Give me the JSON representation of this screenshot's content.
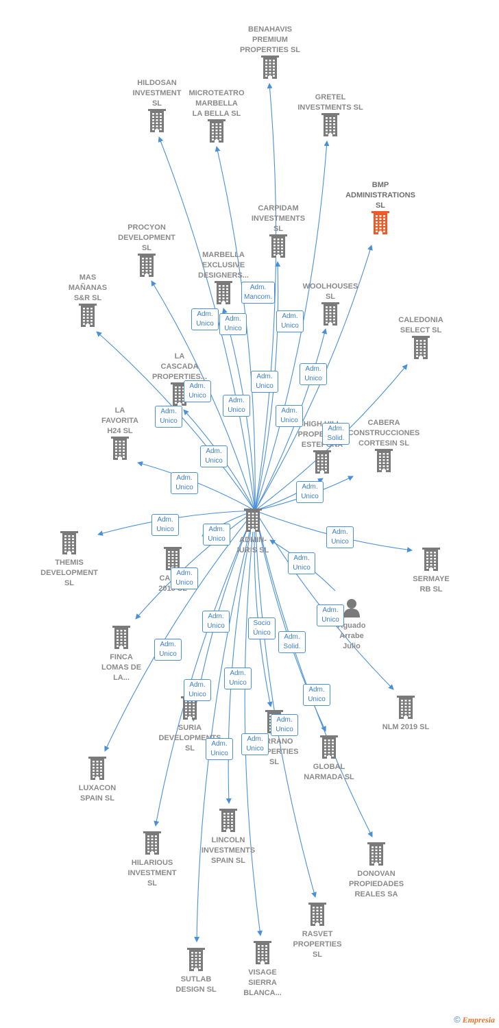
{
  "footer": {
    "brand": "Empresia"
  },
  "colors": {
    "edge": "#4a90d9",
    "node": "#7a7a7a",
    "highlight": "#f05a28",
    "badge_text": "#3d7ec7"
  },
  "center": {
    "id": "adminiuris",
    "label": "ADMIN-\nIURIS SL"
  },
  "nodes": [
    {
      "id": "benahavis",
      "label": "BENAHAVIS\nPREMIUM\nPROPERTIES SL",
      "icon": "building-icon"
    },
    {
      "id": "hildosan",
      "label": "HILDOSAN\nINVESTMENT\nSL",
      "icon": "building-icon"
    },
    {
      "id": "microteatro",
      "label": "MICROTEATRO\nMARBELLA\nLA BELLA SL",
      "icon": "building-icon"
    },
    {
      "id": "gretel",
      "label": "GRETEL\nINVESTMENTS SL",
      "icon": "building-icon"
    },
    {
      "id": "bmp",
      "label": "BMP\nADMINISTRATIONS\nSL",
      "icon": "building-icon",
      "highlight": true
    },
    {
      "id": "carpidam",
      "label": "CARPIDAM\nINVESTMENTS\nSL",
      "icon": "building-icon"
    },
    {
      "id": "procyon",
      "label": "PROCYON\nDEVELOPMENT\nSL",
      "icon": "building-icon"
    },
    {
      "id": "marbella",
      "label": "MARBELLA\nEXCLUSIVE\nDESIGNERS...",
      "icon": "building-icon"
    },
    {
      "id": "mas",
      "label": "MAS\nMAÑANAS\nS&R SL",
      "icon": "building-icon"
    },
    {
      "id": "woolhouses",
      "label": "WOOLHOUSES\nSL",
      "icon": "building-icon"
    },
    {
      "id": "caledonia",
      "label": "CALEDONIA\nSELECT SL",
      "icon": "building-icon"
    },
    {
      "id": "lacascada",
      "label": "LA\nCASCADA\nPROPERTIES...",
      "icon": "building-icon"
    },
    {
      "id": "lafavorita",
      "label": "LA\nFAVORITA\nH24 SL",
      "icon": "building-icon"
    },
    {
      "id": "highhill",
      "label": "HIGH HILL\nPROPERTIES\nESTEPONA",
      "icon": "building-icon"
    },
    {
      "id": "cabera",
      "label": "CABERA\nCONSTRUCCIONES\nCORTESIN SL",
      "icon": "building-icon"
    },
    {
      "id": "themis",
      "label": "THEMIS\nDEVELOPMENT\nSL",
      "icon": "building-icon"
    },
    {
      "id": "camel",
      "label": "CAMEL\n2018 SL",
      "icon": "building-icon"
    },
    {
      "id": "sermaye",
      "label": "SERMAYE\nRB SL",
      "icon": "building-icon"
    },
    {
      "id": "aguado",
      "label": "Aguado\nArrabe\nJulio",
      "icon": "person-icon"
    },
    {
      "id": "finca",
      "label": "FINCA\nLOMAS DE\nLA...",
      "icon": "building-icon"
    },
    {
      "id": "nlm",
      "label": "NLM 2019 SL",
      "icon": "building-icon"
    },
    {
      "id": "suria",
      "label": "SURIA\nDEVELOPMENTS\nSL",
      "icon": "building-icon"
    },
    {
      "id": "serrano",
      "label": "SERRANO\nPROPERTIES\nSL",
      "icon": "building-icon"
    },
    {
      "id": "luxacon",
      "label": "LUXACON\nSPAIN SL",
      "icon": "building-icon"
    },
    {
      "id": "global",
      "label": "GLOBAL\nNARMADA SL",
      "icon": "building-icon"
    },
    {
      "id": "lincoln",
      "label": "LINCOLN\nINVESTMENTS\nSPAIN SL",
      "icon": "building-icon"
    },
    {
      "id": "donovan",
      "label": "DONOVAN\nPROPIEDADES\nREALES SA",
      "icon": "building-icon"
    },
    {
      "id": "hilarious",
      "label": "HILARIOUS\nINVESTMENT\nSL",
      "icon": "building-icon"
    },
    {
      "id": "rasvet",
      "label": "RASVET\nPROPERTIES\nSL",
      "icon": "building-icon"
    },
    {
      "id": "sutlab",
      "label": "SUTLAB\nDESIGN SL",
      "icon": "building-icon"
    },
    {
      "id": "visage",
      "label": "VISAGE\nSIERRA\nBLANCA...",
      "icon": "building-icon"
    }
  ],
  "edges": [
    {
      "to": "benahavis",
      "role": ""
    },
    {
      "to": "hildosan",
      "role": "Adm.\nUnico"
    },
    {
      "to": "microteatro",
      "role": "Adm.\nUnico"
    },
    {
      "to": "gretel",
      "role": "Adm.\nUnico"
    },
    {
      "to": "bmp",
      "role": "Adm.\nSolid."
    },
    {
      "to": "carpidam",
      "role": "Adm.\nUnico"
    },
    {
      "to": "procyon",
      "role": "Adm.\nUnico"
    },
    {
      "to": "marbella",
      "role": "Adm.\nMancom."
    },
    {
      "to": "mas",
      "role": "Adm.\nUnico"
    },
    {
      "to": "woolhouses",
      "role": "Adm.\nUnico"
    },
    {
      "to": "caledonia",
      "role": "Adm.\nUnico"
    },
    {
      "to": "lacascada",
      "role": "Adm.\nUnico"
    },
    {
      "to": "lafavorita",
      "role": "Adm.\nUnico"
    },
    {
      "to": "highhill",
      "role": "Adm.\nUnico"
    },
    {
      "to": "cabera",
      "role": "Adm.\nUnico"
    },
    {
      "to": "themis",
      "role": "Adm.\nUnico"
    },
    {
      "to": "camel",
      "role": "Adm.\nUnico"
    },
    {
      "to": "sermaye",
      "role": "Adm.\nUnico"
    },
    {
      "to": "finca",
      "role": "Adm.\nUnico"
    },
    {
      "to": "nlm",
      "role": "Adm.\nUnico"
    },
    {
      "to": "suria",
      "role": "Adm.\nUnico"
    },
    {
      "to": "serrano",
      "role": "Adm.\nUnico"
    },
    {
      "to": "luxacon",
      "role": "Adm.\nUnico"
    },
    {
      "to": "global",
      "role": "Adm.\nSolid."
    },
    {
      "to": "lincoln",
      "role": "Adm.\nUnico"
    },
    {
      "to": "donovan",
      "role": "Adm.\nUnico"
    },
    {
      "to": "hilarious",
      "role": "Adm.\nUnico"
    },
    {
      "to": "rasvet",
      "role": "Socio\nÚnico"
    },
    {
      "to": "sutlab",
      "role": "Adm.\nUnico"
    },
    {
      "to": "visage",
      "role": "Adm.\nUnico"
    },
    {
      "from": "aguado",
      "to": "adminiuris",
      "role": "Adm.\nUnico"
    }
  ]
}
